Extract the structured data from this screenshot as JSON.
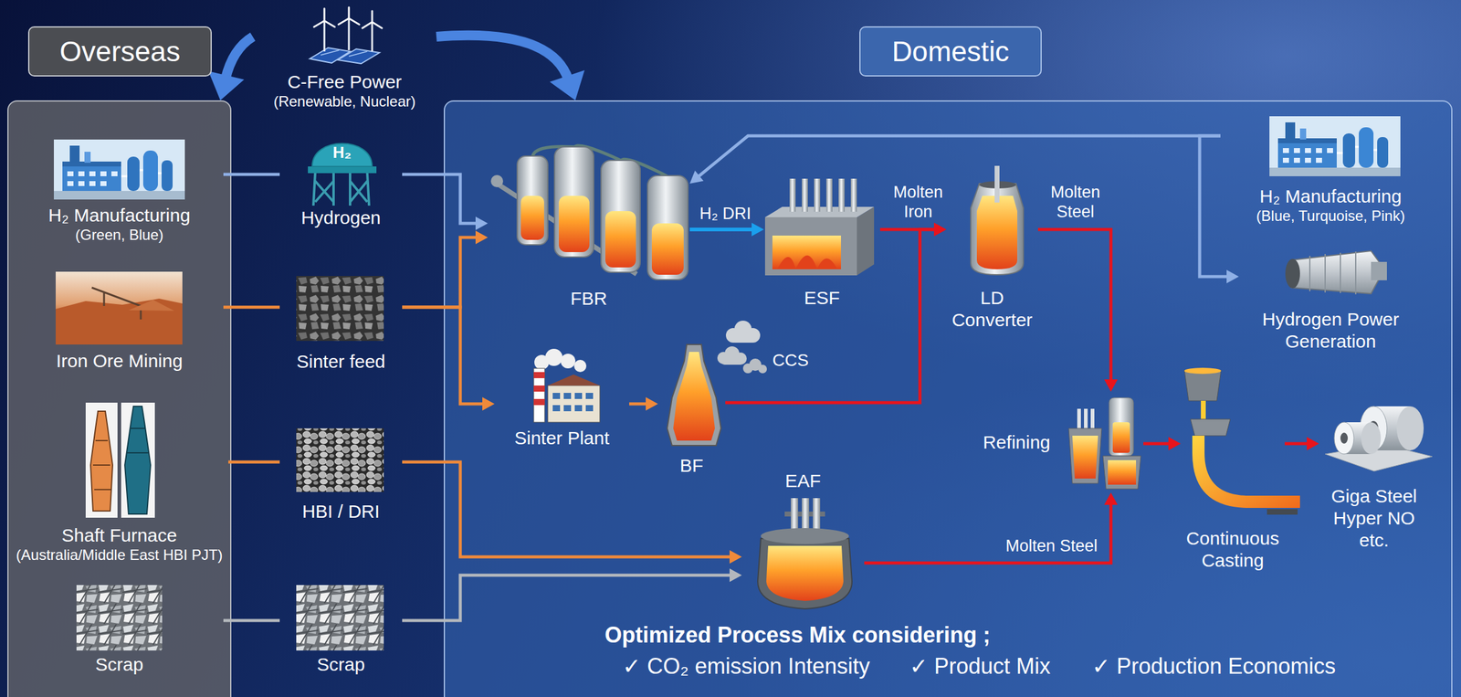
{
  "diagram": {
    "nodes": [
      {
        "text": [
          "Overseas"
        ]
      },
      {
        "text": [
          "H₂ Manufacturing",
          "(Green, Blue)"
        ],
        "in": 0
      },
      {
        "text": [
          "Iron Ore Mining"
        ],
        "in": 0
      },
      {
        "text": [
          "Shaft Furnace",
          "(Australia/Middle East HBI PJT)"
        ],
        "in": 0
      },
      {
        "text": [
          "Scrap"
        ],
        "in": 0
      },
      {
        "text": [
          "C-Free Power",
          "(Renewable, Nuclear)"
        ]
      },
      {
        "text": [
          "Hydrogen"
        ]
      },
      {
        "text": [
          "Sinter feed"
        ]
      },
      {
        "text": [
          "HBI / DRI"
        ]
      },
      {
        "text": [
          "Scrap"
        ]
      },
      {
        "text": [
          "Domestic"
        ]
      },
      {
        "text": [
          "FBR"
        ],
        "in": 10
      },
      {
        "text": [
          "ESF"
        ],
        "in": 10
      },
      {
        "text": [
          "LD Converter"
        ],
        "in": 10
      },
      {
        "text": [
          "H₂ Manufacturing",
          "(Blue, Turquoise, Pink)"
        ],
        "in": 10
      },
      {
        "text": [
          "Hydrogen Power Generation"
        ],
        "in": 10
      },
      {
        "text": [
          "Sinter Plant"
        ],
        "in": 10
      },
      {
        "text": [
          "BF"
        ],
        "in": 10
      },
      {
        "text": [
          "Refining"
        ],
        "in": 10
      },
      {
        "text": [
          "Continuous Casting"
        ],
        "in": 10
      },
      {
        "text": [
          "Giga Steel Hyper NO etc."
        ],
        "in": 10
      },
      {
        "text": [
          "EAF"
        ],
        "in": 10
      }
    ],
    "edges": [
      {
        "from": 5,
        "to": 0,
        "arrow": "to"
      },
      {
        "from": 5,
        "to": 10,
        "arrow": "to"
      },
      {
        "from": 1,
        "to": 6,
        "arrow": "none"
      },
      {
        "from": 6,
        "to": 11,
        "arrow": "to"
      },
      {
        "from": 2,
        "to": 7,
        "arrow": "none"
      },
      {
        "from": 7,
        "to": 11,
        "arrow": "to"
      },
      {
        "from": 7,
        "to": 16,
        "arrow": "to"
      },
      {
        "from": 16,
        "to": 17,
        "arrow": "to"
      },
      {
        "from": 3,
        "to": 8,
        "arrow": "none"
      },
      {
        "from": 8,
        "to": 21,
        "arrow": "to"
      },
      {
        "from": 4,
        "to": 9,
        "arrow": "none"
      },
      {
        "from": 9,
        "to": 21,
        "arrow": "to"
      },
      {
        "from": 11,
        "to": 12,
        "arrow": "to",
        "label": "H₂ DRI"
      },
      {
        "from": 12,
        "to": 13,
        "arrow": "to",
        "label": "Molten Iron"
      },
      {
        "from": 17,
        "to": 13,
        "arrow": "to"
      },
      {
        "from": 13,
        "to": 18,
        "arrow": "to",
        "label": "Molten Steel"
      },
      {
        "from": 21,
        "to": 18,
        "arrow": "to",
        "label": "Molten Steel"
      },
      {
        "from": 18,
        "to": 19,
        "arrow": "to"
      },
      {
        "from": 19,
        "to": 20,
        "arrow": "to"
      },
      {
        "from": 14,
        "to": 11,
        "arrow": "to"
      },
      {
        "from": 14,
        "to": 15,
        "arrow": "to"
      }
    ],
    "labels": [
      "H₂",
      "CCS",
      "Optimized Process Mix considering ;",
      "✓ CO₂ emission Intensity",
      "✓ Product Mix",
      "✓ Production Economics"
    ]
  }
}
